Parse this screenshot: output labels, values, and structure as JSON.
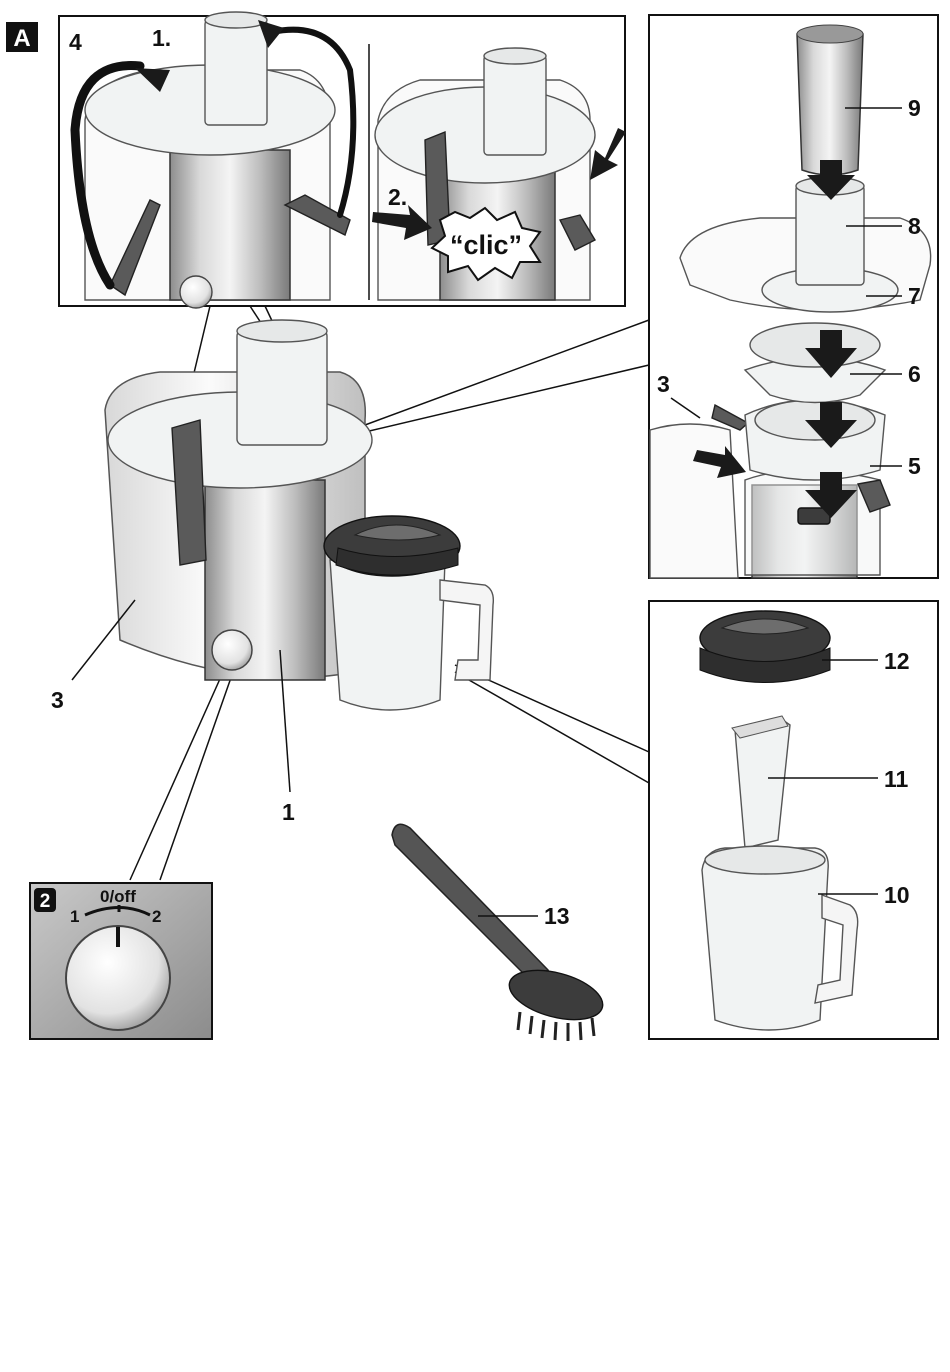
{
  "figure": {
    "section_badge": "A",
    "parts": {
      "p1": "1",
      "p3_main": "3",
      "p3_detail": "3",
      "p4": "4",
      "p5": "5",
      "p6": "6",
      "p7": "7",
      "p8": "8",
      "p9": "9",
      "p10": "10",
      "p11": "11",
      "p12": "12",
      "p13": "13"
    },
    "steps": {
      "step1": "1.",
      "step2": "2.",
      "click_text": "“clic”"
    },
    "switch_inset": {
      "badge": "2",
      "off_label": "0/off",
      "pos1": "1",
      "pos2": "2"
    }
  }
}
